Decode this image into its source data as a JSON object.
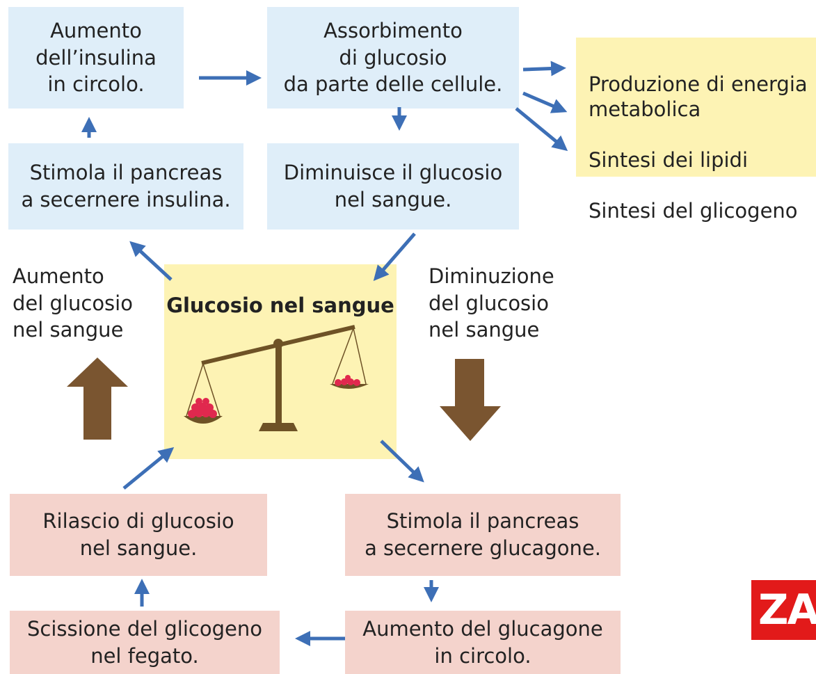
{
  "boxes": {
    "aumento_insulina": "Aumento\ndell’insulina\nin circolo.",
    "assorbimento": "Assorbimento\ndi glucosio\nda parte delle cellule.",
    "stimola_insulina": "Stimola il pancreas\na secernere insulina.",
    "diminuisce": "Diminuisce il glucosio\nnel sangue.",
    "outputs": {
      "energia": "Produzione di energia\nmetabolica",
      "lipidi": "Sintesi dei lipidi",
      "glicogeno": "Sintesi del glicogeno"
    },
    "center_title": "Glucosio nel sangue",
    "rilascio": "Rilascio di glucosio\nnel sangue.",
    "stimola_glucagone": "Stimola il pancreas\na secernere glucagone.",
    "scissione": "Scissione del glicogeno\nnel fegato.",
    "aumento_glucagone": "Aumento del glucagone\nin circolo."
  },
  "side_labels": {
    "aumento": "Aumento\ndel glucosio\nnel sangue",
    "diminuzione": "Diminuzione\ndel glucosio\nnel sangue"
  },
  "logo_text": "ZAN",
  "colors": {
    "blue_box": "#dfeef9",
    "pink_box": "#f4d3cc",
    "yellow_box": "#fdf3b4",
    "arrow": "#3d6fb6",
    "big_arrow": "#7a5530",
    "balance": "#6e5226",
    "glucose": "#e0284e",
    "logo": "#e21a1a"
  }
}
